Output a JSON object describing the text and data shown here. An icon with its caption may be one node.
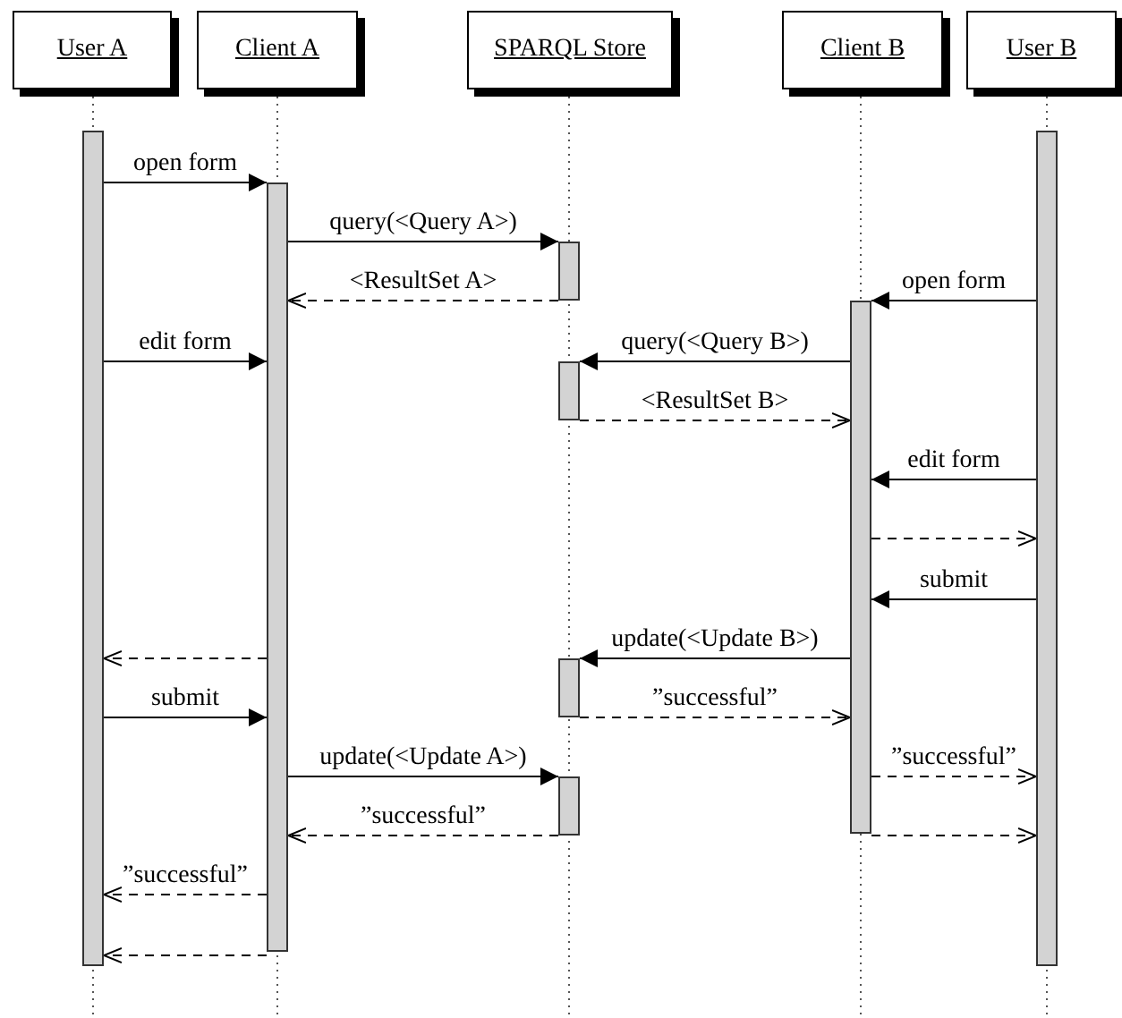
{
  "diagram": {
    "nodes": [
      {
        "text": [
          "User A"
        ]
      },
      {
        "text": [
          "Client A"
        ]
      },
      {
        "text": [
          "SPARQL Store"
        ]
      },
      {
        "text": [
          "Client B"
        ]
      },
      {
        "text": [
          "User B"
        ]
      },
      {
        "text": [],
        "shape": "bar"
      },
      {
        "text": [],
        "shape": "bar"
      },
      {
        "text": [],
        "shape": "bar"
      },
      {
        "text": [],
        "shape": "bar"
      },
      {
        "text": [],
        "shape": "bar"
      },
      {
        "text": [],
        "shape": "bar"
      },
      {
        "text": [],
        "shape": "bar"
      },
      {
        "text": [],
        "shape": "bar"
      }
    ],
    "edges": [
      {
        "from": 5,
        "to": 6,
        "arrow": "to",
        "label": "open form"
      },
      {
        "from": 6,
        "to": 7,
        "arrow": "to",
        "label": "query(<Query A>)"
      },
      {
        "from": 7,
        "to": 6,
        "arrow": "to",
        "label": "<ResultSet A>",
        "style": "dashed"
      },
      {
        "from": 12,
        "to": 11,
        "arrow": "to",
        "label": "open form"
      },
      {
        "from": 5,
        "to": 6,
        "arrow": "to",
        "label": "edit form"
      },
      {
        "from": 11,
        "to": 8,
        "arrow": "to",
        "label": "query(<Query B>)"
      },
      {
        "from": 8,
        "to": 11,
        "arrow": "to",
        "label": "<ResultSet B>",
        "style": "dashed"
      },
      {
        "from": 12,
        "to": 11,
        "arrow": "to",
        "label": "edit form"
      },
      {
        "from": 11,
        "to": 12,
        "arrow": "to",
        "style": "dashed"
      },
      {
        "from": 12,
        "to": 11,
        "arrow": "to",
        "label": "submit"
      },
      {
        "from": 6,
        "to": 5,
        "arrow": "to",
        "style": "dashed"
      },
      {
        "from": 11,
        "to": 9,
        "arrow": "to",
        "label": "update(<Update B>)"
      },
      {
        "from": 5,
        "to": 6,
        "arrow": "to",
        "label": "submit"
      },
      {
        "from": 9,
        "to": 11,
        "arrow": "to",
        "label": "”successful”",
        "style": "dashed"
      },
      {
        "from": 6,
        "to": 10,
        "arrow": "to",
        "label": "update(<Update A>)"
      },
      {
        "from": 11,
        "to": 12,
        "arrow": "to",
        "label": "”successful”",
        "style": "dashed"
      },
      {
        "from": 10,
        "to": 6,
        "arrow": "to",
        "label": "”successful”",
        "style": "dashed"
      },
      {
        "from": 11,
        "to": 12,
        "arrow": "to",
        "style": "dashed"
      },
      {
        "from": 6,
        "to": 5,
        "arrow": "to",
        "label": "”successful”",
        "style": "dashed"
      },
      {
        "from": 6,
        "to": 5,
        "arrow": "to",
        "style": "dashed"
      }
    ]
  }
}
